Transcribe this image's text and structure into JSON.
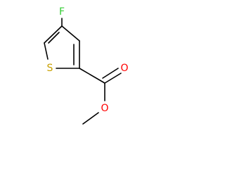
{
  "molecule": {
    "atoms": [
      {
        "id": "F",
        "label": "F",
        "color": "#33cc33"
      },
      {
        "id": "S",
        "label": "S",
        "color": "#c8a000"
      },
      {
        "id": "O1",
        "label": "O",
        "color": "#ff0000"
      },
      {
        "id": "O2",
        "label": "O",
        "color": "#ff0000"
      }
    ]
  }
}
